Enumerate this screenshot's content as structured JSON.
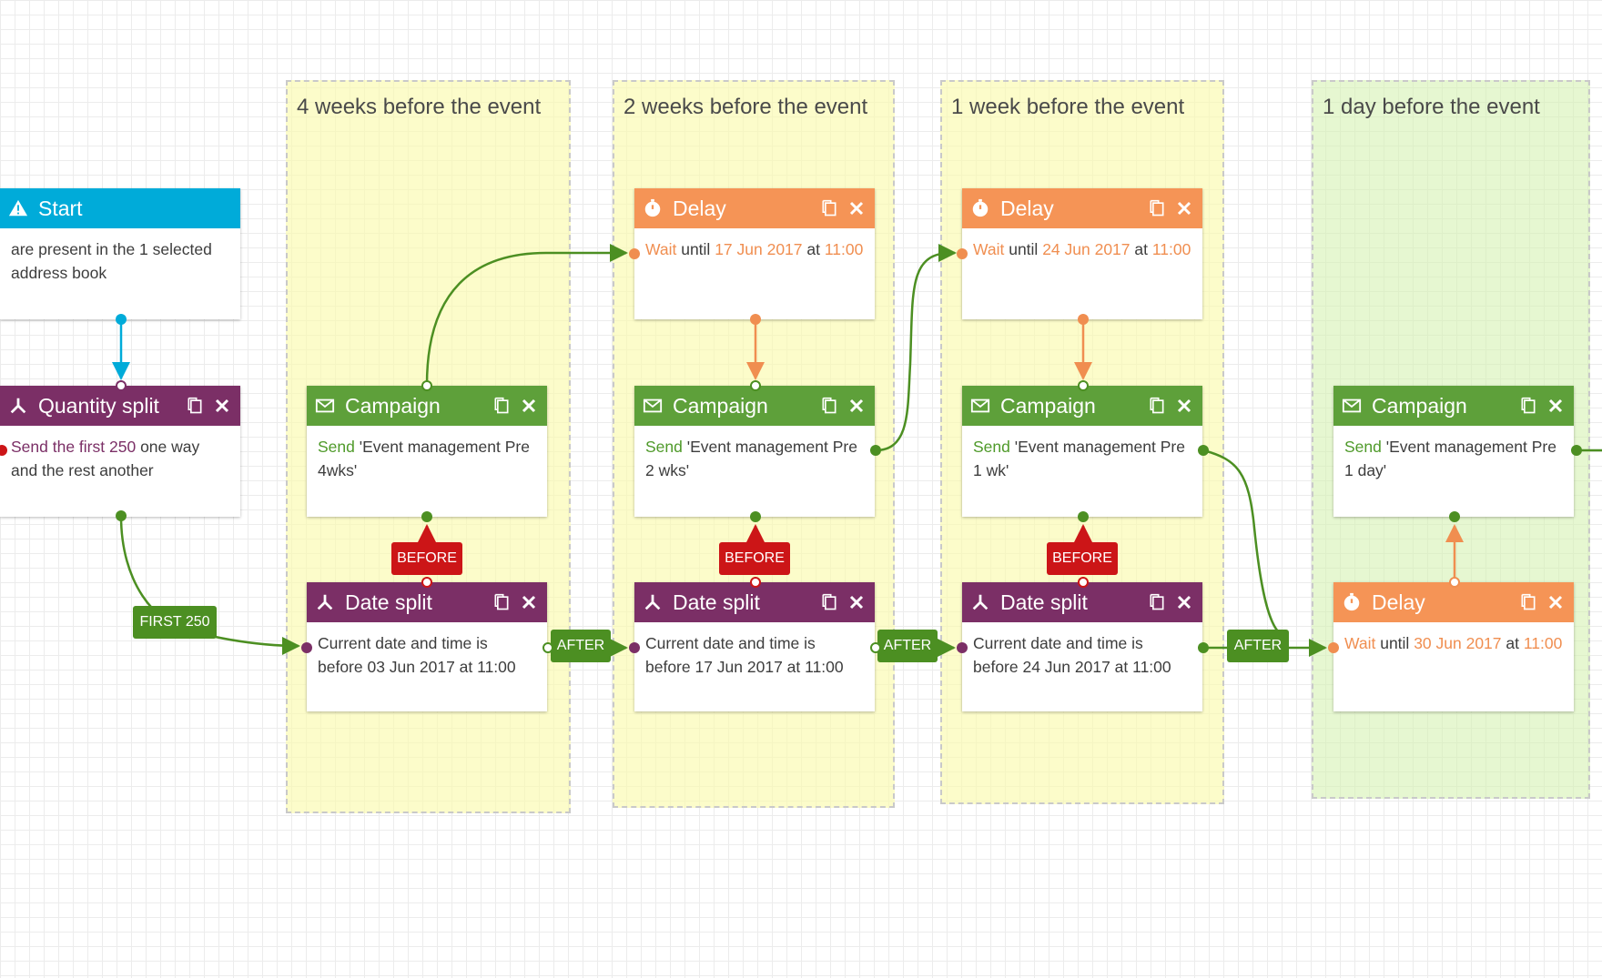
{
  "lanes": [
    {
      "title": "4 weeks before the event",
      "color": "yellow"
    },
    {
      "title": "2 weeks before the event",
      "color": "yellow"
    },
    {
      "title": "1 week before the event",
      "color": "yellow"
    },
    {
      "title": "1 day before the event",
      "color": "green"
    }
  ],
  "nodes": {
    "start": {
      "title": "Start",
      "text": "are present in the 1 selected address book",
      "icon": "warning-icon"
    },
    "quantity_split": {
      "title": "Quantity split",
      "kw": "Send the first",
      "num": "250",
      "rest": " one way and the rest another",
      "icon": "split-icon"
    },
    "campaign_4wk": {
      "title": "Campaign",
      "kw": "Send",
      "rest": " 'Event management Pre 4wks'",
      "icon": "envelope-icon"
    },
    "datesplit_4wk": {
      "title": "Date split",
      "text": "Current date and time is before 03 Jun 2017 at 11:00",
      "icon": "split-icon"
    },
    "delay_2wk": {
      "title": "Delay",
      "kw": "Wait",
      "mid": " until ",
      "date": "17 Jun 2017",
      "at": " at ",
      "time": "11:00",
      "icon": "stopwatch-icon"
    },
    "campaign_2wk": {
      "title": "Campaign",
      "kw": "Send",
      "rest": " 'Event management Pre 2 wks'",
      "icon": "envelope-icon"
    },
    "datesplit_2wk": {
      "title": "Date split",
      "text": "Current date and time is before 17 Jun 2017 at 11:00",
      "icon": "split-icon"
    },
    "delay_1wk": {
      "title": "Delay",
      "kw": "Wait",
      "mid": " until ",
      "date": "24 Jun 2017",
      "at": " at ",
      "time": "11:00",
      "icon": "stopwatch-icon"
    },
    "campaign_1wk": {
      "title": "Campaign",
      "kw": "Send",
      "rest": " 'Event management Pre 1 wk'",
      "icon": "envelope-icon"
    },
    "datesplit_1wk": {
      "title": "Date split",
      "text": "Current date and time is before 24 Jun 2017 at 11:00",
      "icon": "split-icon"
    },
    "campaign_1day": {
      "title": "Campaign",
      "kw": "Send",
      "rest": " 'Event management Pre 1 day'",
      "icon": "envelope-icon"
    },
    "delay_1day": {
      "title": "Delay",
      "kw": "Wait",
      "mid": " until ",
      "date": "30 Jun 2017",
      "at": " at ",
      "time": "11:00",
      "icon": "stopwatch-icon"
    }
  },
  "tags": {
    "first250": "FIRST 250",
    "before": "BEFORE",
    "after": "AFTER"
  },
  "colors": {
    "purple": "#7b2f66",
    "green": "#5ea03a",
    "orange": "#f59456",
    "cyan": "#00abd9",
    "red": "#cc1517",
    "lane_yellow": "#fafaaa",
    "lane_green": "#d6f2b2"
  },
  "icons": {
    "copy": "copy-icon",
    "close": "close-icon"
  }
}
